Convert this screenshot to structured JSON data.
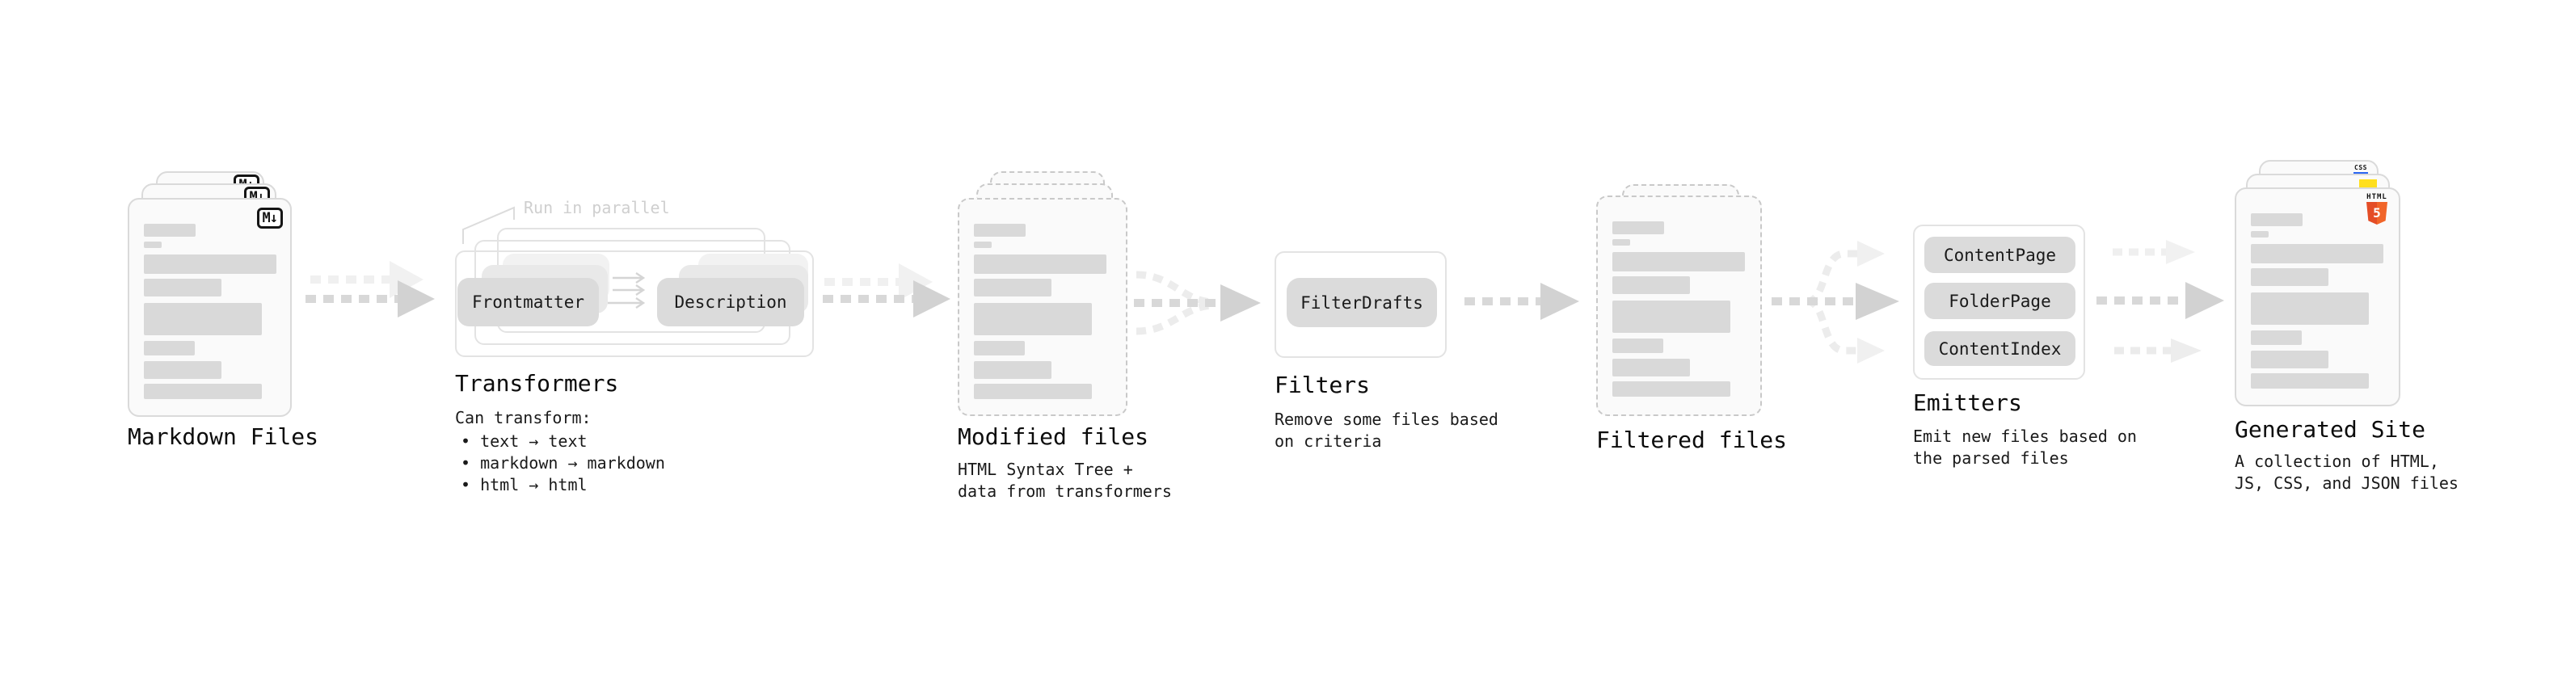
{
  "diagram": {
    "markdown": {
      "label": "Markdown Files",
      "badge": "M↓"
    },
    "transformers": {
      "label": "Transformers",
      "annotation": "Run in parallel",
      "pill_left": "Frontmatter",
      "pill_right": "Description",
      "desc_title": "Can transform:",
      "bullets": [
        "• text → text",
        "• markdown → markdown",
        "• html → html"
      ]
    },
    "modified": {
      "label": "Modified files",
      "desc": [
        "HTML Syntax Tree +",
        "data from transformers"
      ]
    },
    "filters": {
      "label": "Filters",
      "pill": "FilterDrafts",
      "desc": [
        "Remove some files based",
        "on criteria"
      ]
    },
    "filtered": {
      "label": "Filtered files"
    },
    "emitters": {
      "label": "Emitters",
      "pills": [
        "ContentPage",
        "FolderPage",
        "ContentIndex"
      ],
      "desc": [
        "Emit new files based on",
        "the parsed files"
      ]
    },
    "generated": {
      "label": "Generated Site",
      "desc": [
        "A collection of HTML,",
        "JS, CSS, and JSON files"
      ],
      "css_badge": "CSS",
      "html_badge_text": "HTML",
      "html_badge_number": "5"
    }
  },
  "colors": {
    "markdown_icon": "#151515",
    "html5_orange": "#e44d26",
    "css_blue": "#2965f1",
    "js_yellow": "#ffdf1e"
  }
}
